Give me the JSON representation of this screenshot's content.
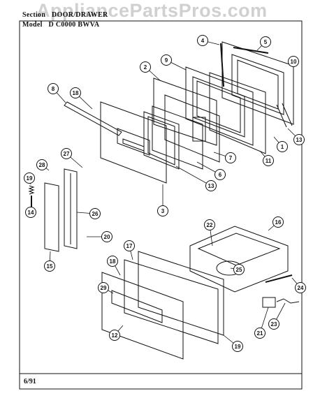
{
  "header": {
    "section_label": "Section",
    "section_value": "DOOR/DRAWER",
    "model_label": "Model",
    "model_value": "D C0000 BWVA"
  },
  "watermark": "AppliancePartsPros.com",
  "footer": {
    "date": "6/91"
  },
  "callouts": [
    "1",
    "2",
    "3",
    "4",
    "5",
    "6",
    "7",
    "8",
    "9",
    "10",
    "11",
    "12",
    "13",
    "13",
    "14",
    "15",
    "16",
    "17",
    "18",
    "18",
    "19",
    "19",
    "20",
    "21",
    "22",
    "23",
    "24",
    "25",
    "26",
    "27",
    "28",
    "29"
  ],
  "colors": {
    "line": "#111111",
    "paper": "#ffffff",
    "watermark": "#969696"
  }
}
